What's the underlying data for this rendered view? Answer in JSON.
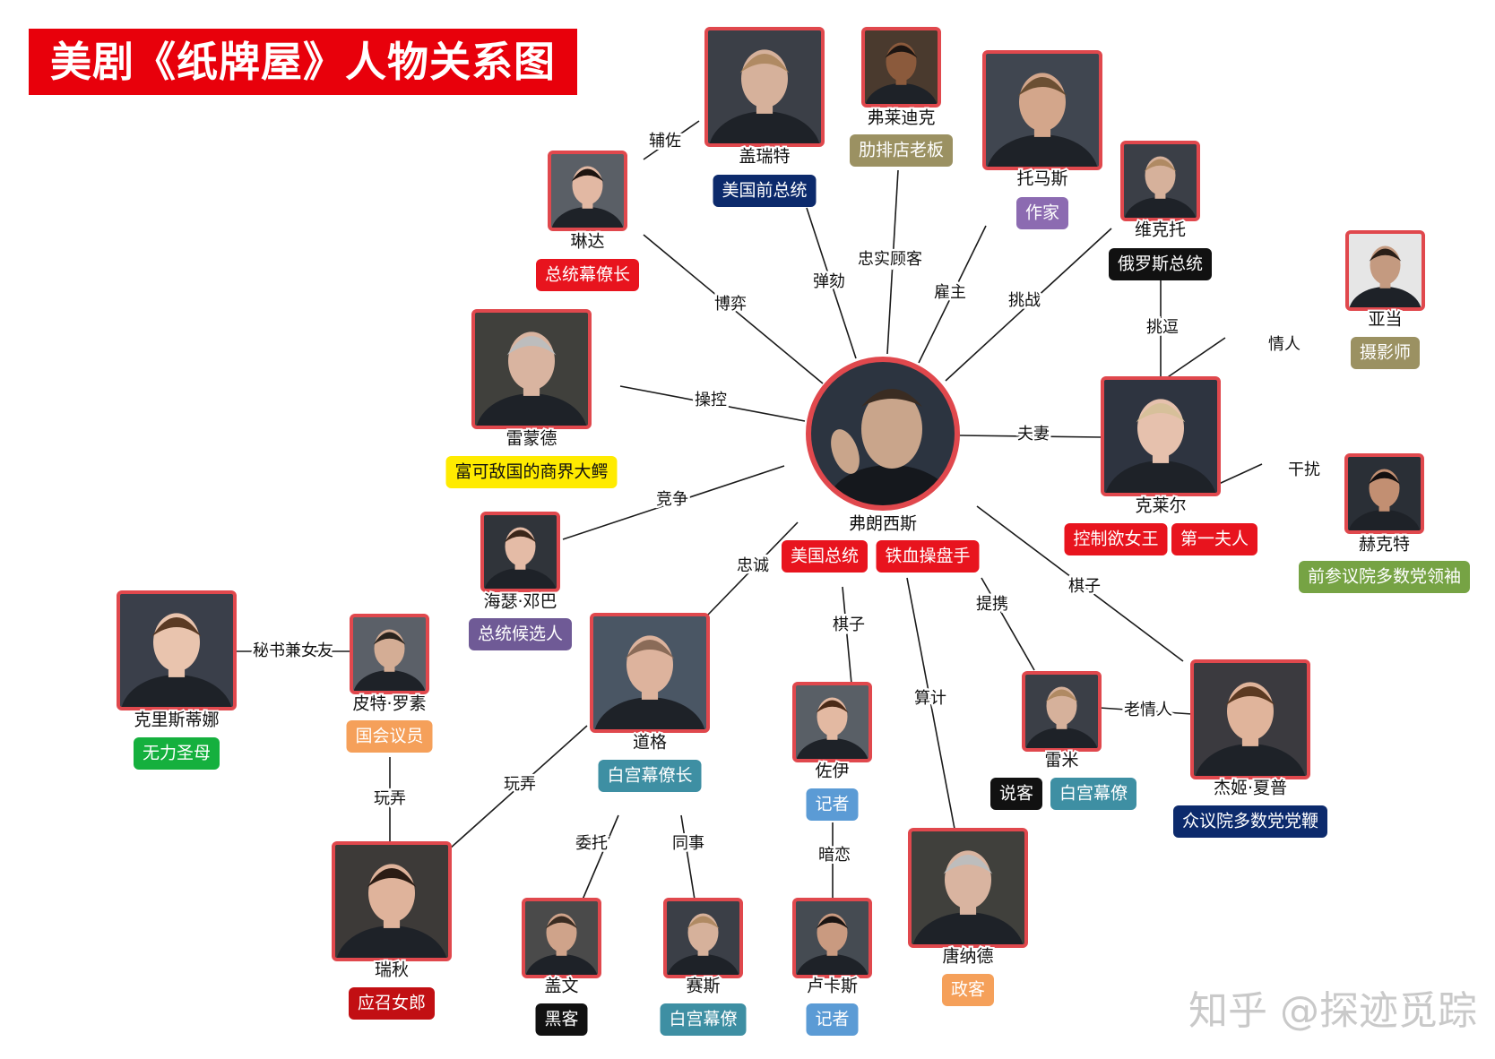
{
  "title": "美剧《纸牌屋》人物关系图",
  "watermark": "知乎 @探迹觅踪",
  "center": "francis",
  "tag_colors": {
    "red": "#e8141e",
    "navy": "#0c2a6c",
    "olive": "#9b9162",
    "purple": "#8c6bb1",
    "black": "#111111",
    "yellow": "#ffeb00",
    "olive_green": "#76a344",
    "violet": "#6f5a96",
    "orange": "#f5a05a",
    "green": "#15b03e",
    "dark_red": "#c20f13",
    "teal": "#3e8fa3",
    "sky": "#5b9bd5"
  },
  "frame_color": "#e0484d",
  "people": [
    {
      "id": "francis",
      "name": "弗朗西斯",
      "photo": "man-in-suit-gesturing",
      "tags": [
        {
          "text": "美国总统",
          "color": "#e8141e"
        },
        {
          "text": "铁血操盘手",
          "color": "#e8141e"
        }
      ]
    },
    {
      "id": "garrett",
      "name": "盖瑞特",
      "photo": "man-in-suit",
      "tags": [
        {
          "text": "美国前总统",
          "color": "#0c2a6c"
        }
      ]
    },
    {
      "id": "freddy",
      "name": "弗莱迪克",
      "photo": "man-in-apron",
      "tags": [
        {
          "text": "肋排店老板",
          "color": "#9b9162"
        }
      ]
    },
    {
      "id": "thomas",
      "name": "托马斯",
      "photo": "bearded-man",
      "tags": [
        {
          "text": "作家",
          "color": "#8c6bb1"
        }
      ]
    },
    {
      "id": "linda",
      "name": "琳达",
      "photo": "woman-dark-hair",
      "tags": [
        {
          "text": "总统幕僚长",
          "color": "#e8141e"
        }
      ]
    },
    {
      "id": "viktor",
      "name": "维克托",
      "photo": "man-in-suit",
      "tags": [
        {
          "text": "俄罗斯总统",
          "color": "#111111"
        }
      ]
    },
    {
      "id": "adam",
      "name": "亚当",
      "photo": "man-in-black",
      "tags": [
        {
          "text": "摄影师",
          "color": "#9b9162"
        }
      ]
    },
    {
      "id": "raymond",
      "name": "雷蒙德",
      "photo": "older-man",
      "tags": [
        {
          "text": "富可敌国的商界大鳄",
          "color": "#ffeb00",
          "text_color": "#111111"
        }
      ]
    },
    {
      "id": "claire",
      "name": "克莱尔",
      "photo": "blonde-woman",
      "tags": [
        {
          "text": "控制欲女王",
          "color": "#e8141e"
        },
        {
          "text": "第一夫人",
          "color": "#e8141e"
        }
      ]
    },
    {
      "id": "heck",
      "name": "赫克特",
      "photo": "dark-haired-man",
      "tags": [
        {
          "text": "前参议院多数党领袖",
          "color": "#76a344"
        }
      ]
    },
    {
      "id": "heather",
      "name": "海瑟·邓巴",
      "photo": "woman-smiling",
      "tags": [
        {
          "text": "总统候选人",
          "color": "#6f5a96"
        }
      ]
    },
    {
      "id": "christina",
      "name": "克里斯蒂娜",
      "photo": "woman-on-phone",
      "tags": [
        {
          "text": "无力圣母",
          "color": "#15b03e"
        }
      ]
    },
    {
      "id": "peter",
      "name": "皮特·罗素",
      "photo": "man-at-desk",
      "tags": [
        {
          "text": "国会议员",
          "color": "#f5a05a"
        }
      ]
    },
    {
      "id": "doug",
      "name": "道格",
      "photo": "bald-man-in-suit",
      "tags": [
        {
          "text": "白宫幕僚长",
          "color": "#3e8fa3"
        }
      ]
    },
    {
      "id": "zoe",
      "name": "佐伊",
      "photo": "young-woman",
      "tags": [
        {
          "text": "记者",
          "color": "#5b9bd5"
        }
      ]
    },
    {
      "id": "remy",
      "name": "雷米",
      "photo": "man-in-suit",
      "tags": [
        {
          "text": "说客",
          "color": "#111111"
        },
        {
          "text": "白宫幕僚",
          "color": "#3e8fa3"
        }
      ]
    },
    {
      "id": "jackie",
      "name": "杰姬·夏普",
      "photo": "woman-brown-hair",
      "tags": [
        {
          "text": "众议院多数党党鞭",
          "color": "#0c2a6c"
        }
      ]
    },
    {
      "id": "rachel",
      "name": "瑞秋",
      "photo": "woman-smoking",
      "tags": [
        {
          "text": "应召女郎",
          "color": "#c20f13"
        }
      ]
    },
    {
      "id": "gavin",
      "name": "盖文",
      "photo": "man-short-hair",
      "tags": [
        {
          "text": "黑客",
          "color": "#111111"
        }
      ]
    },
    {
      "id": "seth",
      "name": "赛斯",
      "photo": "man-in-suit",
      "tags": [
        {
          "text": "白宫幕僚",
          "color": "#3e8fa3"
        }
      ]
    },
    {
      "id": "lucas",
      "name": "卢卡斯",
      "photo": "curly-haired-man",
      "tags": [
        {
          "text": "记者",
          "color": "#5b9bd5"
        }
      ]
    },
    {
      "id": "donald",
      "name": "唐纳德",
      "photo": "older-man",
      "tags": [
        {
          "text": "政客",
          "color": "#f5a05a"
        }
      ]
    }
  ],
  "relations": [
    {
      "from": "linda",
      "to": "garrett",
      "label": "辅佐"
    },
    {
      "from": "linda",
      "to": "francis",
      "label": "博弈"
    },
    {
      "from": "garrett",
      "to": "francis",
      "label": "弹劾"
    },
    {
      "from": "freddy",
      "to": "francis",
      "label": "忠实顾客"
    },
    {
      "from": "thomas",
      "to": "francis",
      "label": "雇主"
    },
    {
      "from": "viktor",
      "to": "francis",
      "label": "挑战"
    },
    {
      "from": "viktor",
      "to": "claire",
      "label": "挑逗"
    },
    {
      "from": "adam",
      "to": "claire",
      "label": "情人"
    },
    {
      "from": "raymond",
      "to": "francis",
      "label": "操控"
    },
    {
      "from": "francis",
      "to": "claire",
      "label": "夫妻"
    },
    {
      "from": "heck",
      "to": "claire",
      "label": "干扰"
    },
    {
      "from": "heather",
      "to": "francis",
      "label": "竞争"
    },
    {
      "from": "doug",
      "to": "francis",
      "label": "忠诚"
    },
    {
      "from": "zoe",
      "to": "francis",
      "label": "棋子"
    },
    {
      "from": "donald",
      "to": "francis",
      "label": "算计"
    },
    {
      "from": "remy",
      "to": "francis",
      "label": "提携"
    },
    {
      "from": "jackie",
      "to": "francis",
      "label": "棋子"
    },
    {
      "from": "remy",
      "to": "jackie",
      "label": "老情人"
    },
    {
      "from": "christina",
      "to": "peter",
      "label": "秘书兼女友"
    },
    {
      "from": "peter",
      "to": "rachel",
      "label": "玩弄"
    },
    {
      "from": "doug",
      "to": "rachel",
      "label": "玩弄"
    },
    {
      "from": "doug",
      "to": "gavin",
      "label": "委托"
    },
    {
      "from": "doug",
      "to": "seth",
      "label": "同事"
    },
    {
      "from": "zoe",
      "to": "lucas",
      "label": "暗恋"
    }
  ]
}
